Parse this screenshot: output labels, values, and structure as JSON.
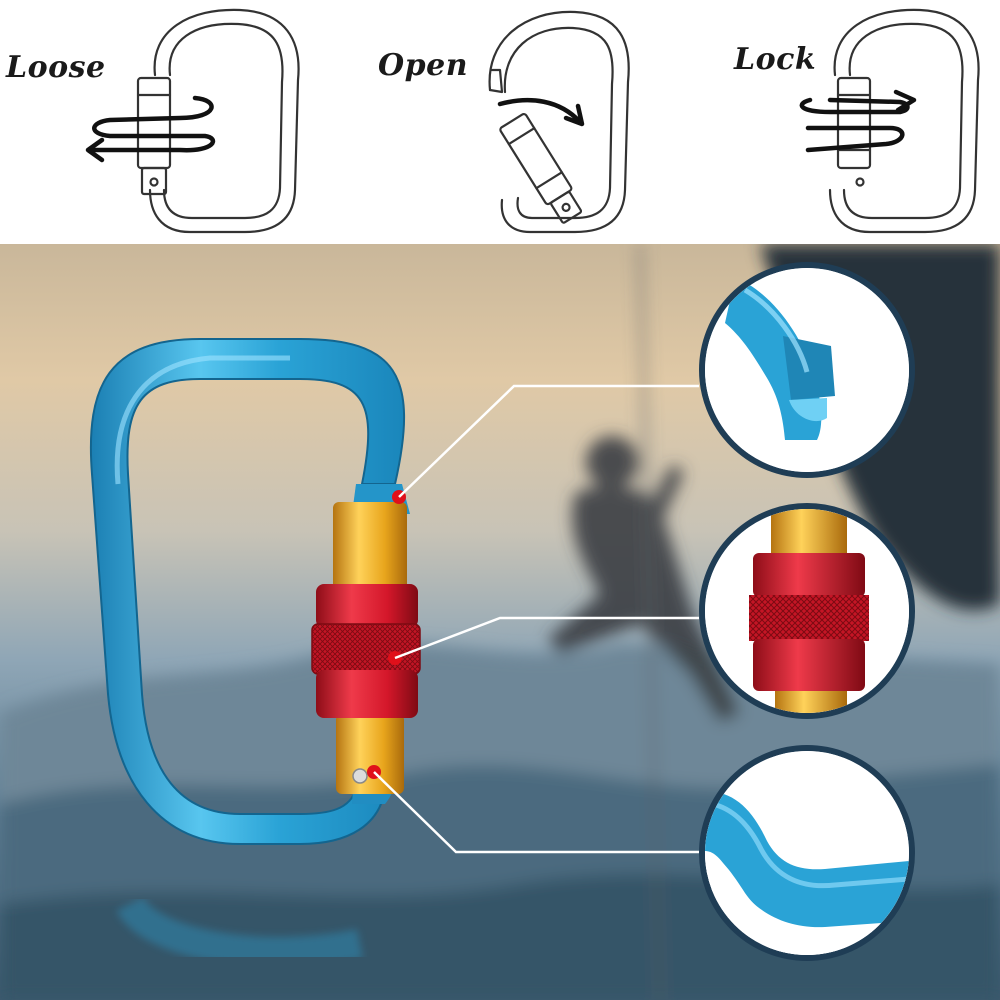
{
  "steps": [
    {
      "label": "Loose",
      "icon": "loose-rotate-arrow-icon"
    },
    {
      "label": "Open",
      "icon": "open-gate-arrow-icon"
    },
    {
      "label": "Lock",
      "icon": "lock-rotate-arrow-icon"
    }
  ],
  "colors": {
    "carabiner_blue": "#2aa3d6",
    "sleeve_red": "#d4172a",
    "gate_gold": "#e8a51c",
    "callout_dot": "#e0101a",
    "inset_border": "#1f3d55"
  },
  "callouts": [
    {
      "name": "nose-detail",
      "icon": "carabiner-nose-icon"
    },
    {
      "name": "locking-sleeve-detail",
      "icon": "knurled-sleeve-icon"
    },
    {
      "name": "spine-corner-detail",
      "icon": "carabiner-spine-icon"
    }
  ]
}
